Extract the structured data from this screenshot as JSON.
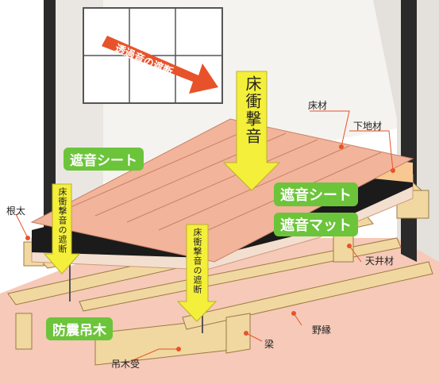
{
  "labels": {
    "transmitted_sound_block": "透過音の遮断",
    "floor_impact_sound": "床衝撃音",
    "floor_material": "床材",
    "subfloor": "下地材",
    "sound_sheet_left": "遮音シート",
    "sound_sheet_right": "遮音シート",
    "sound_mat": "遮音マット",
    "sleeper": "根太",
    "impact_block_left": "床衝撃音の遮断",
    "impact_block_center": "床衝撃音の遮断",
    "anti_vibration_hanger": "防震吊木",
    "ceiling_material": "天井材",
    "beam": "梁",
    "furring": "野縁",
    "hanger_support": "吊木受"
  },
  "colors": {
    "floor_wood": "#f2b49a",
    "timber": "#f1d8a0",
    "ceiling_pink": "#f6c9b8",
    "yellow_arrow": "#f4ef3a",
    "green_tag": "#6cc43a",
    "red_arrow": "#e8522a",
    "wall_dark": "#2a2a2a"
  }
}
